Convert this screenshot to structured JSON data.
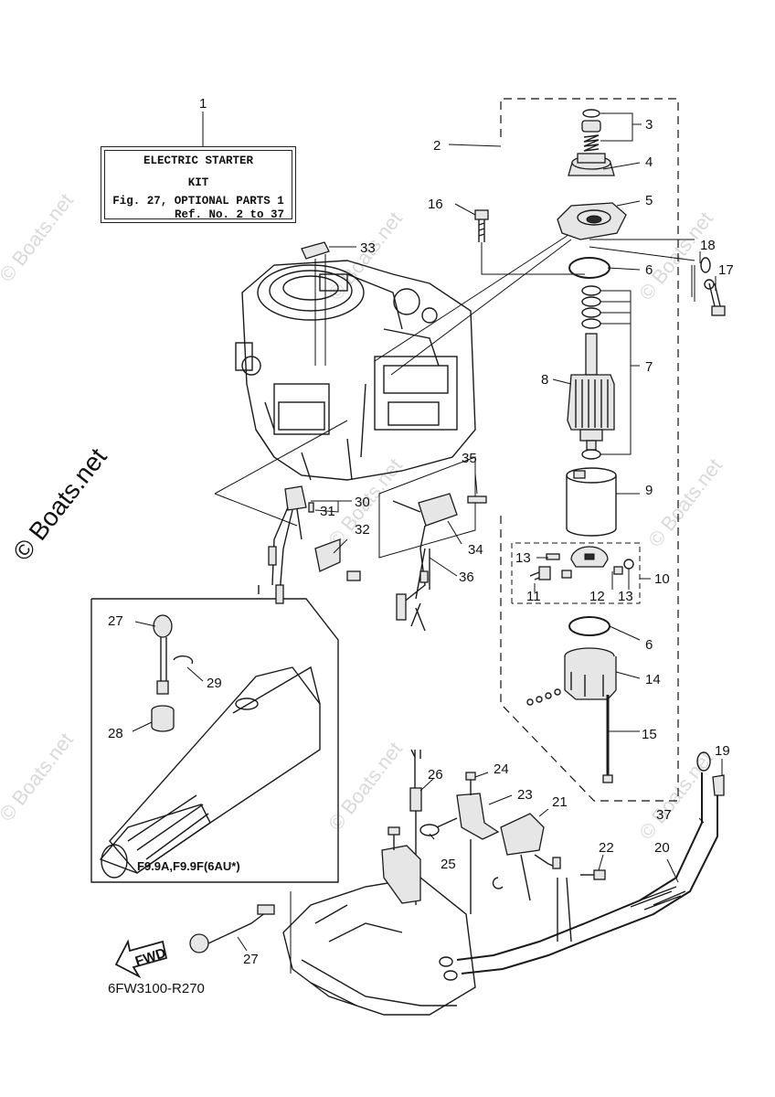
{
  "kit_box": {
    "line1": "ELECTRIC STARTER",
    "line2": "KIT",
    "line3": "Fig. 27, OPTIONAL PARTS 1",
    "line4": "Ref. No. 2 to 37"
  },
  "callouts": {
    "c1": "1",
    "c2": "2",
    "c3": "3",
    "c4": "4",
    "c5": "5",
    "c6a": "6",
    "c6b": "6",
    "c7": "7",
    "c8": "8",
    "c9": "9",
    "c10": "10",
    "c11": "11",
    "c12": "12",
    "c13a": "13",
    "c13b": "13",
    "c14": "14",
    "c15": "15",
    "c16": "16",
    "c17": "17",
    "c18": "18",
    "c19": "19",
    "c20": "20",
    "c21": "21",
    "c22": "22",
    "c23": "23",
    "c24": "24",
    "c25": "25",
    "c26": "26",
    "c27a": "27",
    "c27b": "27",
    "c28": "28",
    "c29": "29",
    "c30": "30",
    "c31": "31",
    "c32": "32",
    "c33": "33",
    "c34": "34",
    "c35": "35",
    "c36": "36",
    "c37": "37"
  },
  "model_label": "F9.9A,F9.9F(6AU*)",
  "fwd_label": "FWD",
  "ref_code": "6FW3100-R270",
  "copyright": "© Boats.net",
  "watermark": "© Boats.net"
}
